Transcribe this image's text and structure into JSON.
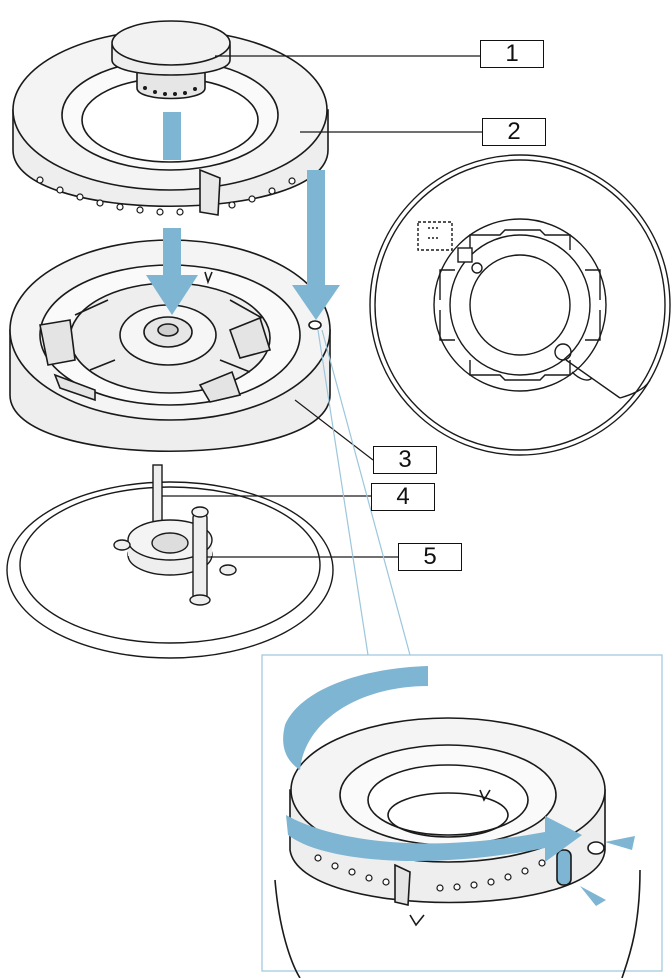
{
  "callouts": [
    {
      "id": "1",
      "label": "1"
    },
    {
      "id": "2",
      "label": "2"
    },
    {
      "id": "3",
      "label": "3"
    },
    {
      "id": "4",
      "label": "4"
    },
    {
      "id": "5",
      "label": "5"
    }
  ],
  "colors": {
    "arrow": "#7db5d3",
    "line": "#1a1a1a",
    "part_fill": "#eeeeee",
    "detail_frame": "#9cc6dc"
  }
}
